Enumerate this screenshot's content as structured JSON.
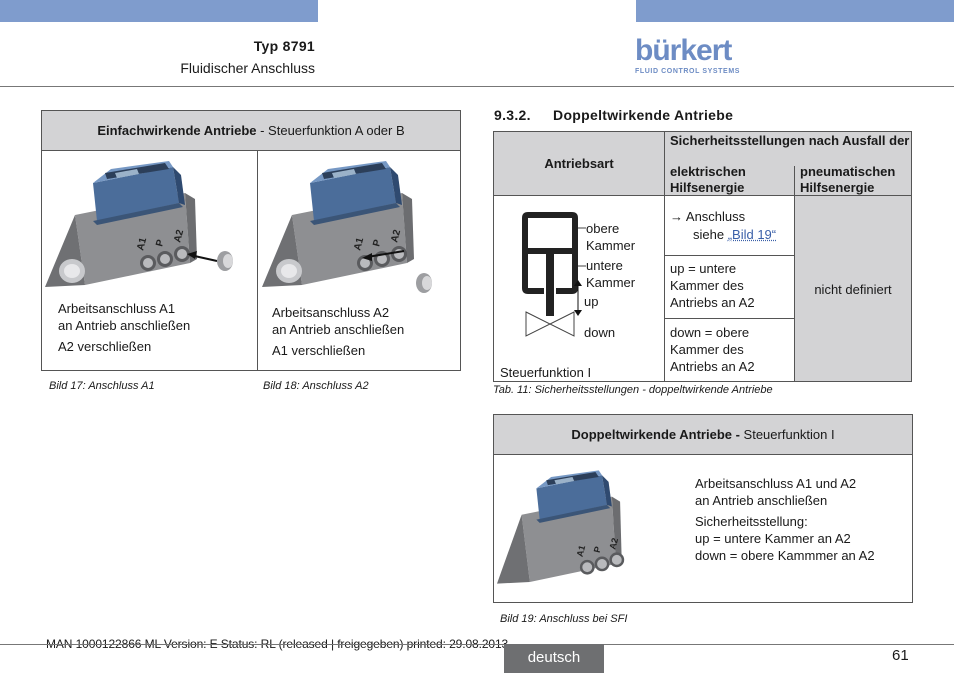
{
  "header": {
    "title": "Typ 8791",
    "subtitle": "Fluidischer Anschluss",
    "logo_word": "bürkert",
    "logo_sub": "FLUID CONTROL SYSTEMS"
  },
  "left_table": {
    "header_bold": "Einfachwirkende Antriebe",
    "header_rest": " - Steuerfunktion A oder B",
    "col1_line1": "Arbeitsanschluss A1",
    "col1_line2": "an Antrieb anschließen",
    "col1_line3": "A2 verschließen",
    "col2_line1": "Arbeitsanschluss A2",
    "col2_line2": "an Antrieb anschließen",
    "col2_line3": "A1 verschließen",
    "cap1": "Bild 17:   Anschluss A1",
    "cap2": "Bild 18:   Anschluss A2"
  },
  "section": {
    "number": "9.3.2.",
    "title": "Doppeltwirkende Antriebe"
  },
  "safety_table": {
    "col_type": "Antriebsart",
    "col_main": "Sicherheitsstellungen nach Ausfall der",
    "col_elec_1": "elektrischen",
    "col_elec_2": "Hilfsenergie",
    "col_pneu_1": "pneumatischen",
    "col_pneu_2": "Hilfsenergie",
    "label_upper_1": "obere",
    "label_upper_2": "Kammer",
    "label_lower_1": "untere",
    "label_lower_2": "Kammer",
    "label_up": "up",
    "label_down": "down",
    "label_sf": "Steuerfunktion I",
    "row1_prefix": "→ Anschluss",
    "row1_l2": "siehe ",
    "row1_link": "„Bild 19“",
    "row2_l1": "up = untere",
    "row2_l2": "Kammer des",
    "row2_l3": "Antriebs an A2",
    "row3_l1": "down = obere",
    "row3_l2": "Kammer des",
    "row3_l3": "Antriebs an A2",
    "pneu_value": "nicht definiert",
    "caption": "Tab. 11:   Sicherheitsstellungen - doppeltwirkende Antriebe"
  },
  "right_table": {
    "header_bold": "Doppeltwirkende Antriebe -",
    "header_rest": " Steuerfunktion I",
    "l1": "Arbeitsanschluss A1 und A2",
    "l2": "an Antrieb anschließen",
    "l3": "Sicherheitsstellung:",
    "l4": "up = untere Kammer an A2",
    "l5": "down = obere Kammmer an A2",
    "caption": "Bild 19:   Anschluss bei SFI"
  },
  "device_labels": {
    "a1": "A1",
    "p": "P",
    "a2": "A2"
  },
  "footer": {
    "doc": "MAN  1000122866  ML  Version: E Status: RL (released | freigegeben)  printed: 29.08.2013",
    "language": "deutsch",
    "page": "61"
  },
  "colors": {
    "bar": "#7f9ccd",
    "brand": "#6d8cc4",
    "table_grey": "#d3d3d5",
    "lang_tab": "#6e6f71",
    "link": "#3a5fa8"
  }
}
